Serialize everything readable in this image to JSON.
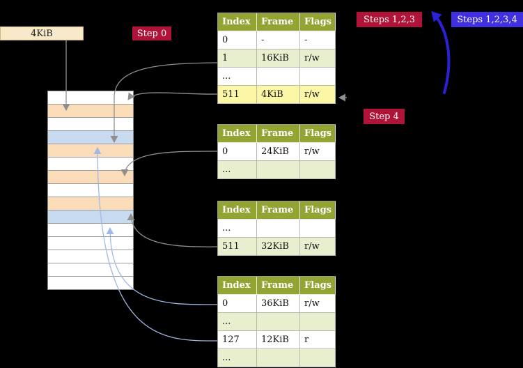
{
  "frame_label": "4KiB",
  "badges": {
    "step0": "Step 0",
    "steps123": "Steps 1,2,3",
    "steps1234": "Steps 1,2,3,4",
    "step4": "Step 4"
  },
  "tables": [
    {
      "id": "level4-table",
      "headers": [
        "Index",
        "Frame",
        "Flags"
      ],
      "rows": [
        {
          "bg": "white",
          "cells": [
            "0",
            "-",
            "-"
          ]
        },
        {
          "bg": "green",
          "cells": [
            "1",
            "16KiB",
            "r/w"
          ]
        },
        {
          "bg": "white",
          "cells": [
            "...",
            "",
            ""
          ]
        },
        {
          "bg": "yellow",
          "cells": [
            "511",
            "4KiB",
            "r/w"
          ]
        }
      ]
    },
    {
      "id": "level3-table",
      "headers": [
        "Index",
        "Frame",
        "Flags"
      ],
      "rows": [
        {
          "bg": "white",
          "cells": [
            "0",
            "24KiB",
            "r/w"
          ]
        },
        {
          "bg": "green",
          "cells": [
            "...",
            "",
            ""
          ]
        }
      ]
    },
    {
      "id": "level2-table",
      "headers": [
        "Index",
        "Frame",
        "Flags"
      ],
      "rows": [
        {
          "bg": "white",
          "cells": [
            "...",
            "",
            ""
          ]
        },
        {
          "bg": "green",
          "cells": [
            "511",
            "32KiB",
            "r/w"
          ]
        }
      ]
    },
    {
      "id": "level1-table",
      "headers": [
        "Index",
        "Frame",
        "Flags"
      ],
      "rows": [
        {
          "bg": "white",
          "cells": [
            "0",
            "36KiB",
            "r/w"
          ]
        },
        {
          "bg": "green",
          "cells": [
            "...",
            "",
            ""
          ]
        },
        {
          "bg": "white",
          "cells": [
            "127",
            "12KiB",
            "r"
          ]
        },
        {
          "bg": "green",
          "cells": [
            "...",
            "",
            ""
          ]
        }
      ]
    }
  ],
  "memory": {
    "rows": [
      "white",
      "peach",
      "white",
      "blue",
      "peach",
      "white",
      "peach",
      "white",
      "peach",
      "blue",
      "white",
      "white",
      "white",
      "white",
      "white"
    ]
  },
  "colors": {
    "header-olive": "#94a433",
    "row-green": "#e8efce",
    "row-yellow": "#fbf7a6",
    "mem-peach": "#fadcb9",
    "mem-blue": "#c8daf0",
    "badge-red": "#b01338",
    "badge-blue": "#4030e0",
    "loop-blue": "#2b22d8",
    "line-gray": "#8f8f8f",
    "line-blue": "#9fb9e2",
    "label-cream": "#f7e9c9"
  }
}
